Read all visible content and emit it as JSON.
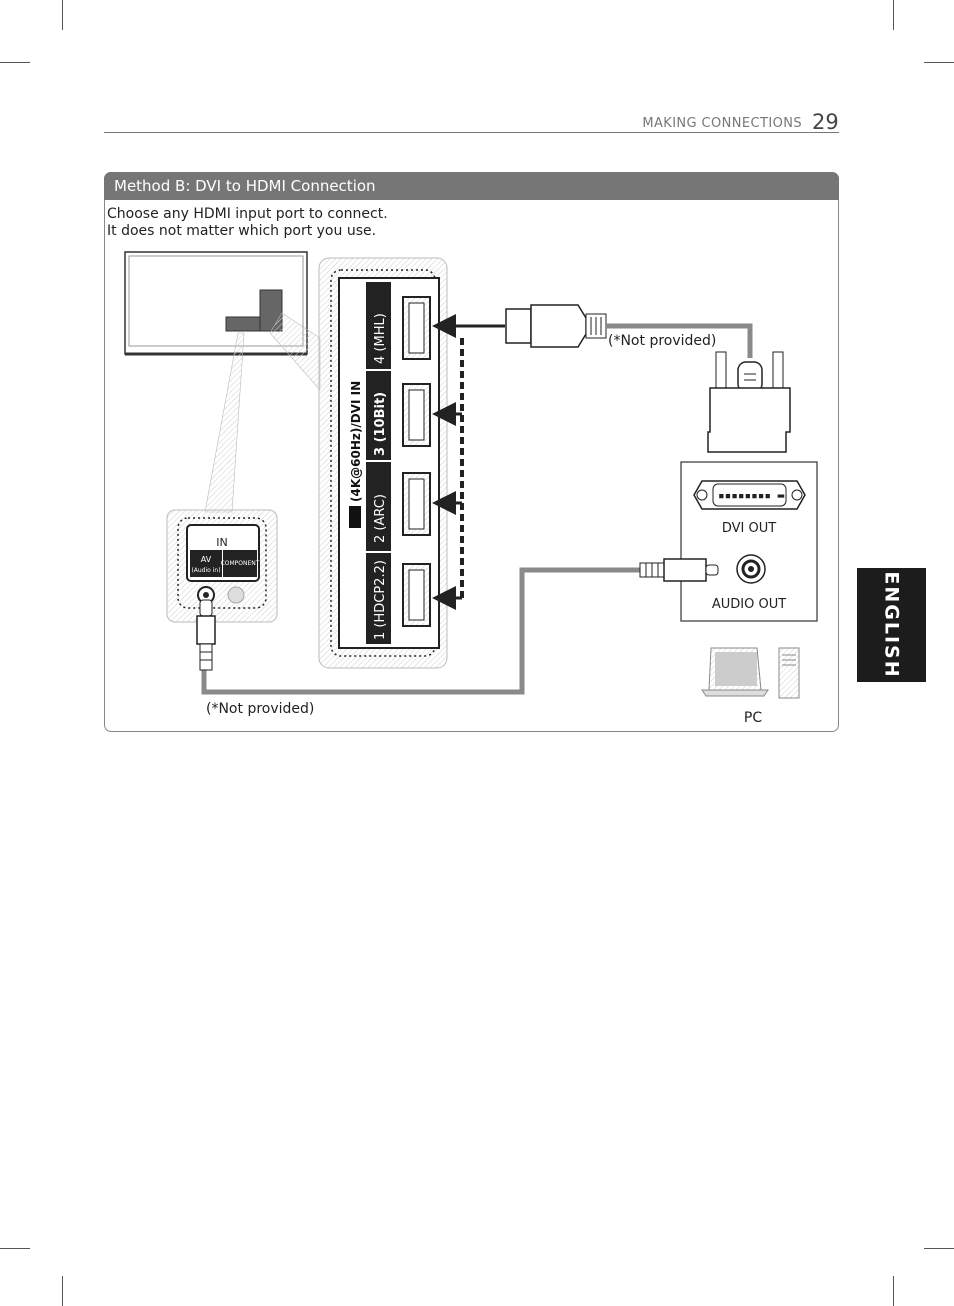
{
  "header": {
    "section_title": "MAKING CONNECTIONS",
    "page_number": "29"
  },
  "method": {
    "title": "Method B: DVI to HDMI Connection",
    "instruction_line1": "Choose any HDMI input port to connect.",
    "instruction_line2": "It does not matter which port you use."
  },
  "hdmi_panel": {
    "header": "(4K@60Hz)/DVI IN",
    "ports": [
      {
        "label": "4 (MHL)"
      },
      {
        "label": "3 (10Bit)"
      },
      {
        "label": "2 (ARC)"
      },
      {
        "label": "1 (HDCP2.2)"
      }
    ]
  },
  "av_panel": {
    "in_label": "IN",
    "av_label": "AV",
    "audio_in_label": "(Audio in)",
    "component_label": "COMPONENT"
  },
  "pc": {
    "dvi_out": "DVI OUT",
    "audio_out": "AUDIO OUT",
    "label": "PC"
  },
  "notes": {
    "not_provided_top": "(*Not provided)",
    "not_provided_bottom": "(*Not provided)"
  },
  "side_tab": {
    "language": "ENGLISH"
  },
  "colors": {
    "title_bar": "#767676",
    "side_tab": "#1c1c1c",
    "cable": "#8a8a8a"
  }
}
